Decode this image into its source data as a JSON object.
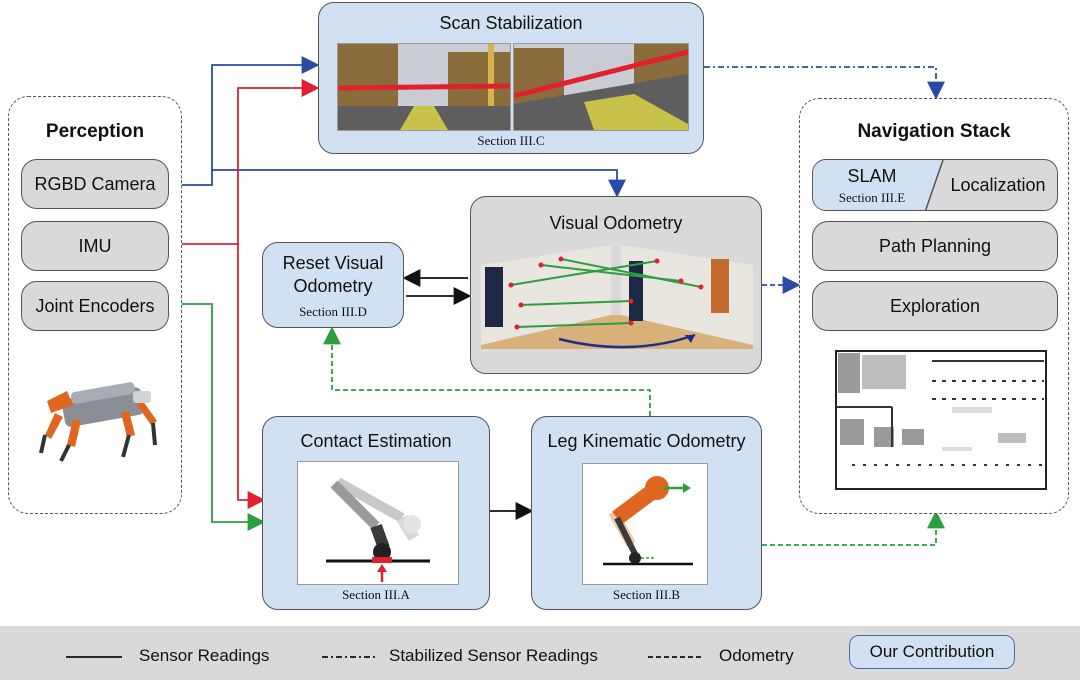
{
  "perception": {
    "title": "Perception",
    "items": [
      "RGBD Camera",
      "IMU",
      "Joint Encoders"
    ]
  },
  "navigation": {
    "title": "Navigation Stack",
    "slam": "SLAM",
    "slam_section": "Section III.E",
    "localization": "Localization",
    "path_planning": "Path Planning",
    "exploration": "Exploration"
  },
  "scan_stabilization": {
    "title": "Scan Stabilization",
    "section": "Section III.C"
  },
  "visual_odometry": {
    "title": "Visual Odometry"
  },
  "reset_vo": {
    "title_line1": "Reset Visual",
    "title_line2": "Odometry",
    "section": "Section III.D"
  },
  "contact_estimation": {
    "title": "Contact Estimation",
    "section": "Section III.A"
  },
  "leg_odometry": {
    "title": "Leg Kinematic Odometry",
    "section": "Section III.B"
  },
  "legend": {
    "sensor": "Sensor Readings",
    "stabilized": "Stabilized Sensor Readings",
    "odometry": "Odometry",
    "contribution": "Our Contribution"
  },
  "colors": {
    "camera_link": "#2a4aa8",
    "imu_link": "#e0202e",
    "encoder_link": "#2e9e3e",
    "contribution_fill": "#cfe1f3",
    "module_fill": "#d9d9d9"
  }
}
